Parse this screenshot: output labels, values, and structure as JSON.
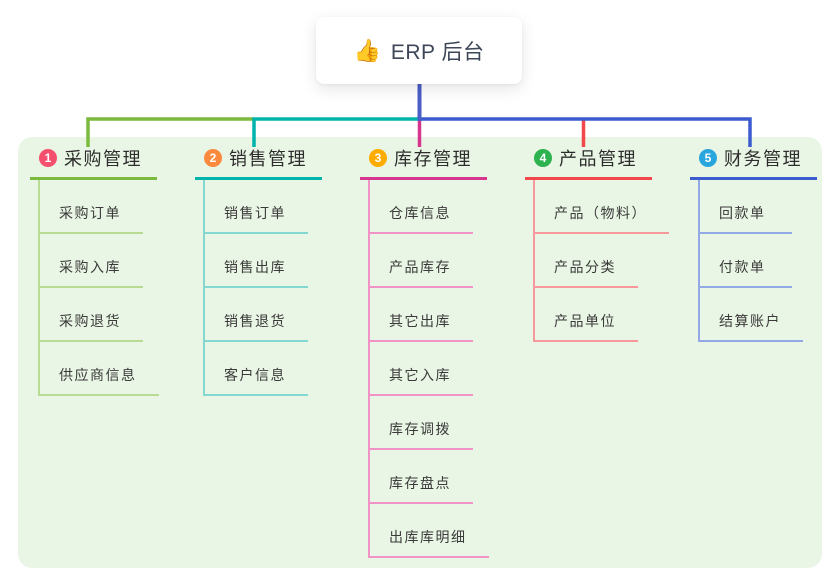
{
  "root": {
    "icon": "👍",
    "label": "ERP 后台"
  },
  "colors": {
    "panel_bg": "#eaf6e5",
    "root_connector": "#4a5ec8",
    "branch_line_colors": [
      "#7cba3d",
      "#00b3ab",
      "#d6368e",
      "#f2484b",
      "#3b5bce"
    ],
    "badge_colors": [
      "#f4506e",
      "#fb8a3e",
      "#feac00",
      "#2cb34f",
      "#2aa6df"
    ],
    "child_line_colors": [
      "#b9db92",
      "#84d8cf",
      "#f193c4",
      "#f7999c",
      "#93a9e6"
    ]
  },
  "branches": [
    {
      "badge": "1",
      "label": "采购管理",
      "children": [
        "采购订单",
        "采购入库",
        "采购退货",
        "供应商信息"
      ]
    },
    {
      "badge": "2",
      "label": "销售管理",
      "children": [
        "销售订单",
        "销售出库",
        "销售退货",
        "客户信息"
      ]
    },
    {
      "badge": "3",
      "label": "库存管理",
      "children": [
        "仓库信息",
        "产品库存",
        "其它出库",
        "其它入库",
        "库存调拨",
        "库存盘点",
        "出库库明细"
      ]
    },
    {
      "badge": "4",
      "label": "产品管理",
      "children": [
        "产品（物料）",
        "产品分类",
        "产品单位"
      ]
    },
    {
      "badge": "5",
      "label": "财务管理",
      "children": [
        "回款单",
        "付款单",
        "结算账户"
      ]
    }
  ]
}
